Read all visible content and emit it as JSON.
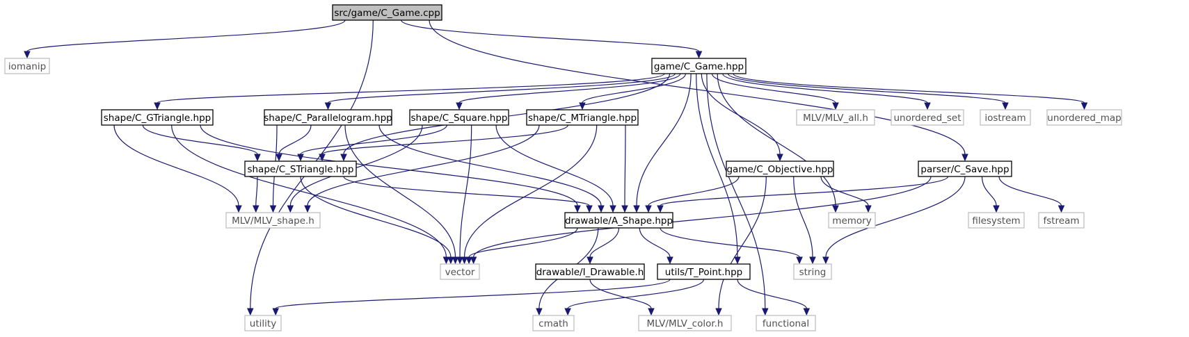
{
  "colors": {
    "edge": "#191970",
    "root_fill": "#bfbfbf",
    "internal_border": "#000000",
    "external_border": "#bfbfbf",
    "external_text": "#505050"
  },
  "nodes": [
    {
      "id": "root",
      "label": "src/game/C_Game.cpp",
      "kind": "root"
    },
    {
      "id": "iomanip",
      "label": "iomanip",
      "kind": "external"
    },
    {
      "id": "game_hpp",
      "label": "game/C_Game.hpp",
      "kind": "internal"
    },
    {
      "id": "utility",
      "label": "utility",
      "kind": "external"
    },
    {
      "id": "save",
      "label": "parser/C_Save.hpp",
      "kind": "internal"
    },
    {
      "id": "gtri",
      "label": "shape/C_GTriangle.hpp",
      "kind": "internal"
    },
    {
      "id": "para",
      "label": "shape/C_Parallelogram.hpp",
      "kind": "internal"
    },
    {
      "id": "square",
      "label": "shape/C_Square.hpp",
      "kind": "internal"
    },
    {
      "id": "mtri",
      "label": "shape/C_MTriangle.hpp",
      "kind": "internal"
    },
    {
      "id": "mlvall",
      "label": "MLV/MLV_all.h",
      "kind": "external"
    },
    {
      "id": "uset",
      "label": "unordered_set",
      "kind": "external"
    },
    {
      "id": "iostream",
      "label": "iostream",
      "kind": "external"
    },
    {
      "id": "umap",
      "label": "unordered_map",
      "kind": "external"
    },
    {
      "id": "stri",
      "label": "shape/C_STriangle.hpp",
      "kind": "internal"
    },
    {
      "id": "obj",
      "label": "game/C_Objective.hpp",
      "kind": "internal"
    },
    {
      "id": "mlvshape",
      "label": "MLV/MLV_shape.h",
      "kind": "external"
    },
    {
      "id": "ashape",
      "label": "drawable/A_Shape.hpp",
      "kind": "internal"
    },
    {
      "id": "memory",
      "label": "memory",
      "kind": "external"
    },
    {
      "id": "filesystem",
      "label": "filesystem",
      "kind": "external"
    },
    {
      "id": "fstream",
      "label": "fstream",
      "kind": "external"
    },
    {
      "id": "vector",
      "label": "vector",
      "kind": "external"
    },
    {
      "id": "idraw",
      "label": "drawable/I_Drawable.h",
      "kind": "internal"
    },
    {
      "id": "tpoint",
      "label": "utils/T_Point.hpp",
      "kind": "internal"
    },
    {
      "id": "string",
      "label": "string",
      "kind": "external"
    },
    {
      "id": "cmath",
      "label": "cmath",
      "kind": "external"
    },
    {
      "id": "mlvcolor",
      "label": "MLV/MLV_color.h",
      "kind": "external"
    },
    {
      "id": "functional",
      "label": "functional",
      "kind": "external"
    }
  ],
  "edges": [
    [
      "root",
      "iomanip"
    ],
    [
      "root",
      "game_hpp"
    ],
    [
      "root",
      "utility"
    ],
    [
      "root",
      "save"
    ],
    [
      "game_hpp",
      "gtri"
    ],
    [
      "game_hpp",
      "para"
    ],
    [
      "game_hpp",
      "square"
    ],
    [
      "game_hpp",
      "mtri"
    ],
    [
      "game_hpp",
      "stri"
    ],
    [
      "game_hpp",
      "ashape"
    ],
    [
      "game_hpp",
      "tpoint"
    ],
    [
      "game_hpp",
      "obj"
    ],
    [
      "game_hpp",
      "memory"
    ],
    [
      "game_hpp",
      "mlvall"
    ],
    [
      "game_hpp",
      "uset"
    ],
    [
      "game_hpp",
      "iostream"
    ],
    [
      "game_hpp",
      "umap"
    ],
    [
      "game_hpp",
      "functional"
    ],
    [
      "gtri",
      "stri"
    ],
    [
      "gtri",
      "mlvshape"
    ],
    [
      "gtri",
      "ashape"
    ],
    [
      "gtri",
      "vector"
    ],
    [
      "para",
      "stri"
    ],
    [
      "para",
      "mlvshape"
    ],
    [
      "para",
      "ashape"
    ],
    [
      "para",
      "vector"
    ],
    [
      "square",
      "stri"
    ],
    [
      "square",
      "mlvshape"
    ],
    [
      "square",
      "ashape"
    ],
    [
      "square",
      "vector"
    ],
    [
      "mtri",
      "stri"
    ],
    [
      "mtri",
      "mlvshape"
    ],
    [
      "mtri",
      "ashape"
    ],
    [
      "mtri",
      "vector"
    ],
    [
      "stri",
      "mlvshape"
    ],
    [
      "stri",
      "ashape"
    ],
    [
      "stri",
      "vector"
    ],
    [
      "obj",
      "ashape"
    ],
    [
      "obj",
      "memory"
    ],
    [
      "obj",
      "string"
    ],
    [
      "obj",
      "mlvcolor"
    ],
    [
      "save",
      "ashape"
    ],
    [
      "save",
      "vector"
    ],
    [
      "save",
      "string"
    ],
    [
      "save",
      "filesystem"
    ],
    [
      "save",
      "fstream"
    ],
    [
      "ashape",
      "vector"
    ],
    [
      "ashape",
      "idraw"
    ],
    [
      "ashape",
      "tpoint"
    ],
    [
      "ashape",
      "string"
    ],
    [
      "ashape",
      "cmath"
    ],
    [
      "idraw",
      "mlvcolor"
    ],
    [
      "tpoint",
      "utility"
    ],
    [
      "tpoint",
      "cmath"
    ],
    [
      "tpoint",
      "functional"
    ]
  ]
}
